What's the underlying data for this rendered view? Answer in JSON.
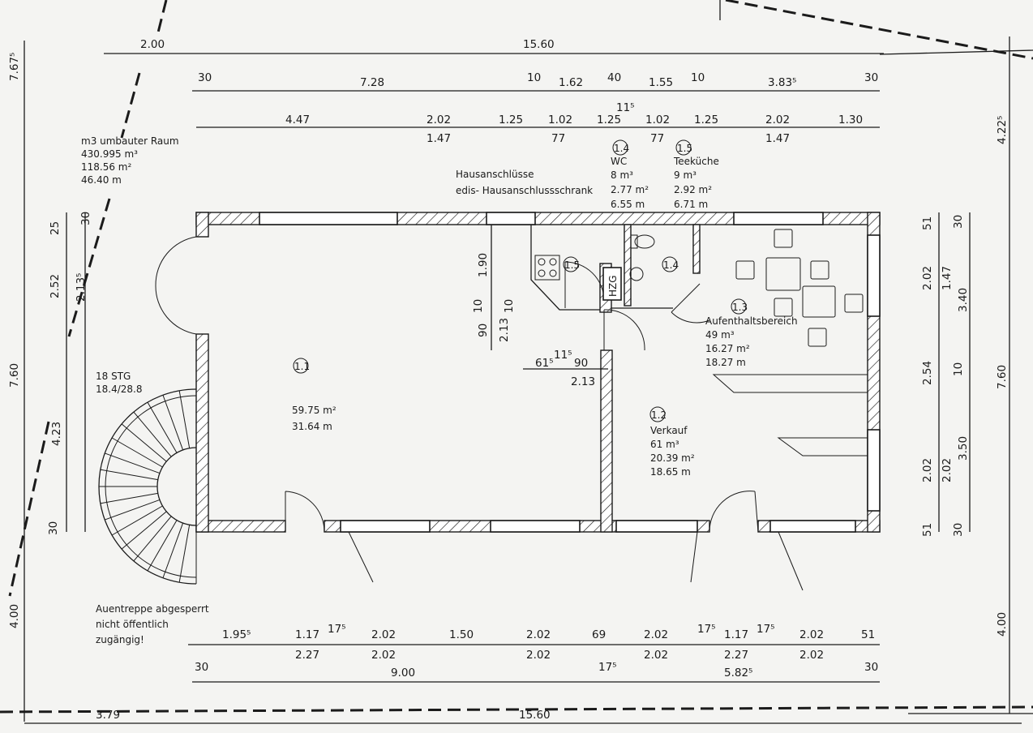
{
  "dims_top": {
    "row1": [
      "2.00",
      "15.60"
    ],
    "row2": [
      "30",
      "7.28",
      "10",
      "1.62",
      "40",
      "1.55",
      "10",
      "3.83⁵",
      "30"
    ],
    "row3_top": [
      "4.47",
      "2.02",
      "1.25",
      "1.02",
      "1.25",
      "1.02",
      "1.25",
      "2.02",
      "1.30"
    ],
    "row3_bottom": [
      "1.47",
      "77",
      "77",
      "1.47"
    ],
    "mid_small": "11⁵"
  },
  "dims_bottom": {
    "row1_top": [
      "1.95⁵",
      "1.17",
      "17⁵",
      "2.02",
      "1.50",
      "2.02",
      "69",
      "2.02",
      "17⁵",
      "1.17",
      "17⁵",
      "2.02",
      "51"
    ],
    "row1_bottom": [
      "2.27",
      "2.02",
      "2.02",
      "2.02",
      "2.27",
      "2.02"
    ],
    "row2": [
      "30",
      "9.00",
      "17⁵",
      "5.82⁵",
      "30"
    ],
    "row3": [
      "3.79",
      "15.60"
    ]
  },
  "dims_left": [
    "7.67⁵",
    "25",
    "30",
    "2.52",
    "2.13⁵",
    "7.60",
    "4.23",
    "30",
    "4.00"
  ],
  "dims_right": [
    "4.22⁵",
    "51",
    "30",
    "2.02",
    "1.47",
    "3.40",
    "2.54",
    "10",
    "7.60",
    "2.02",
    "2.02",
    "3.50",
    "51",
    "30",
    "4.00"
  ],
  "dims_inner": {
    "v1": "1.90",
    "v2": "10",
    "v3": "10",
    "v4": "90",
    "v5": "2.13",
    "h1": "61⁵",
    "h2": "11⁵",
    "h3": "90",
    "h4": "2.13"
  },
  "volume_note": {
    "title": "m3 umbauter Raum",
    "volume": "430.995 m³",
    "area": "118.56 m²",
    "perimeter": "46.40 m"
  },
  "stair_note": {
    "line1": "18 STG",
    "line2": "18.4/28.8"
  },
  "outside_note": {
    "line1": "Auentreppe abgesperrt",
    "line2": "nicht öffentlich",
    "line3": "zugängig!"
  },
  "connection_note": {
    "line1": "Hausanschlüsse",
    "line2": "edis- Hausanschlussschrank"
  },
  "rooms": [
    {
      "id": "1.1",
      "name": "",
      "volume": "",
      "area": "59.75 m²",
      "perimeter": "31.64 m"
    },
    {
      "id": "1.2",
      "name": "Verkauf",
      "volume": "61 m³",
      "area": "20.39 m²",
      "perimeter": "18.65 m"
    },
    {
      "id": "1.3",
      "name": "Aufenthaltsbereich",
      "volume": "49 m³",
      "area": "16.27 m²",
      "perimeter": "18.27 m"
    },
    {
      "id": "1.4",
      "name": "WC",
      "volume": "8 m³",
      "area": "2.77 m²",
      "perimeter": "6.55 m"
    },
    {
      "id": "1.5",
      "name": "Teeküche",
      "volume": "9 m³",
      "area": "2.92 m²",
      "perimeter": "6.71 m"
    }
  ],
  "heater_label": "HZG"
}
